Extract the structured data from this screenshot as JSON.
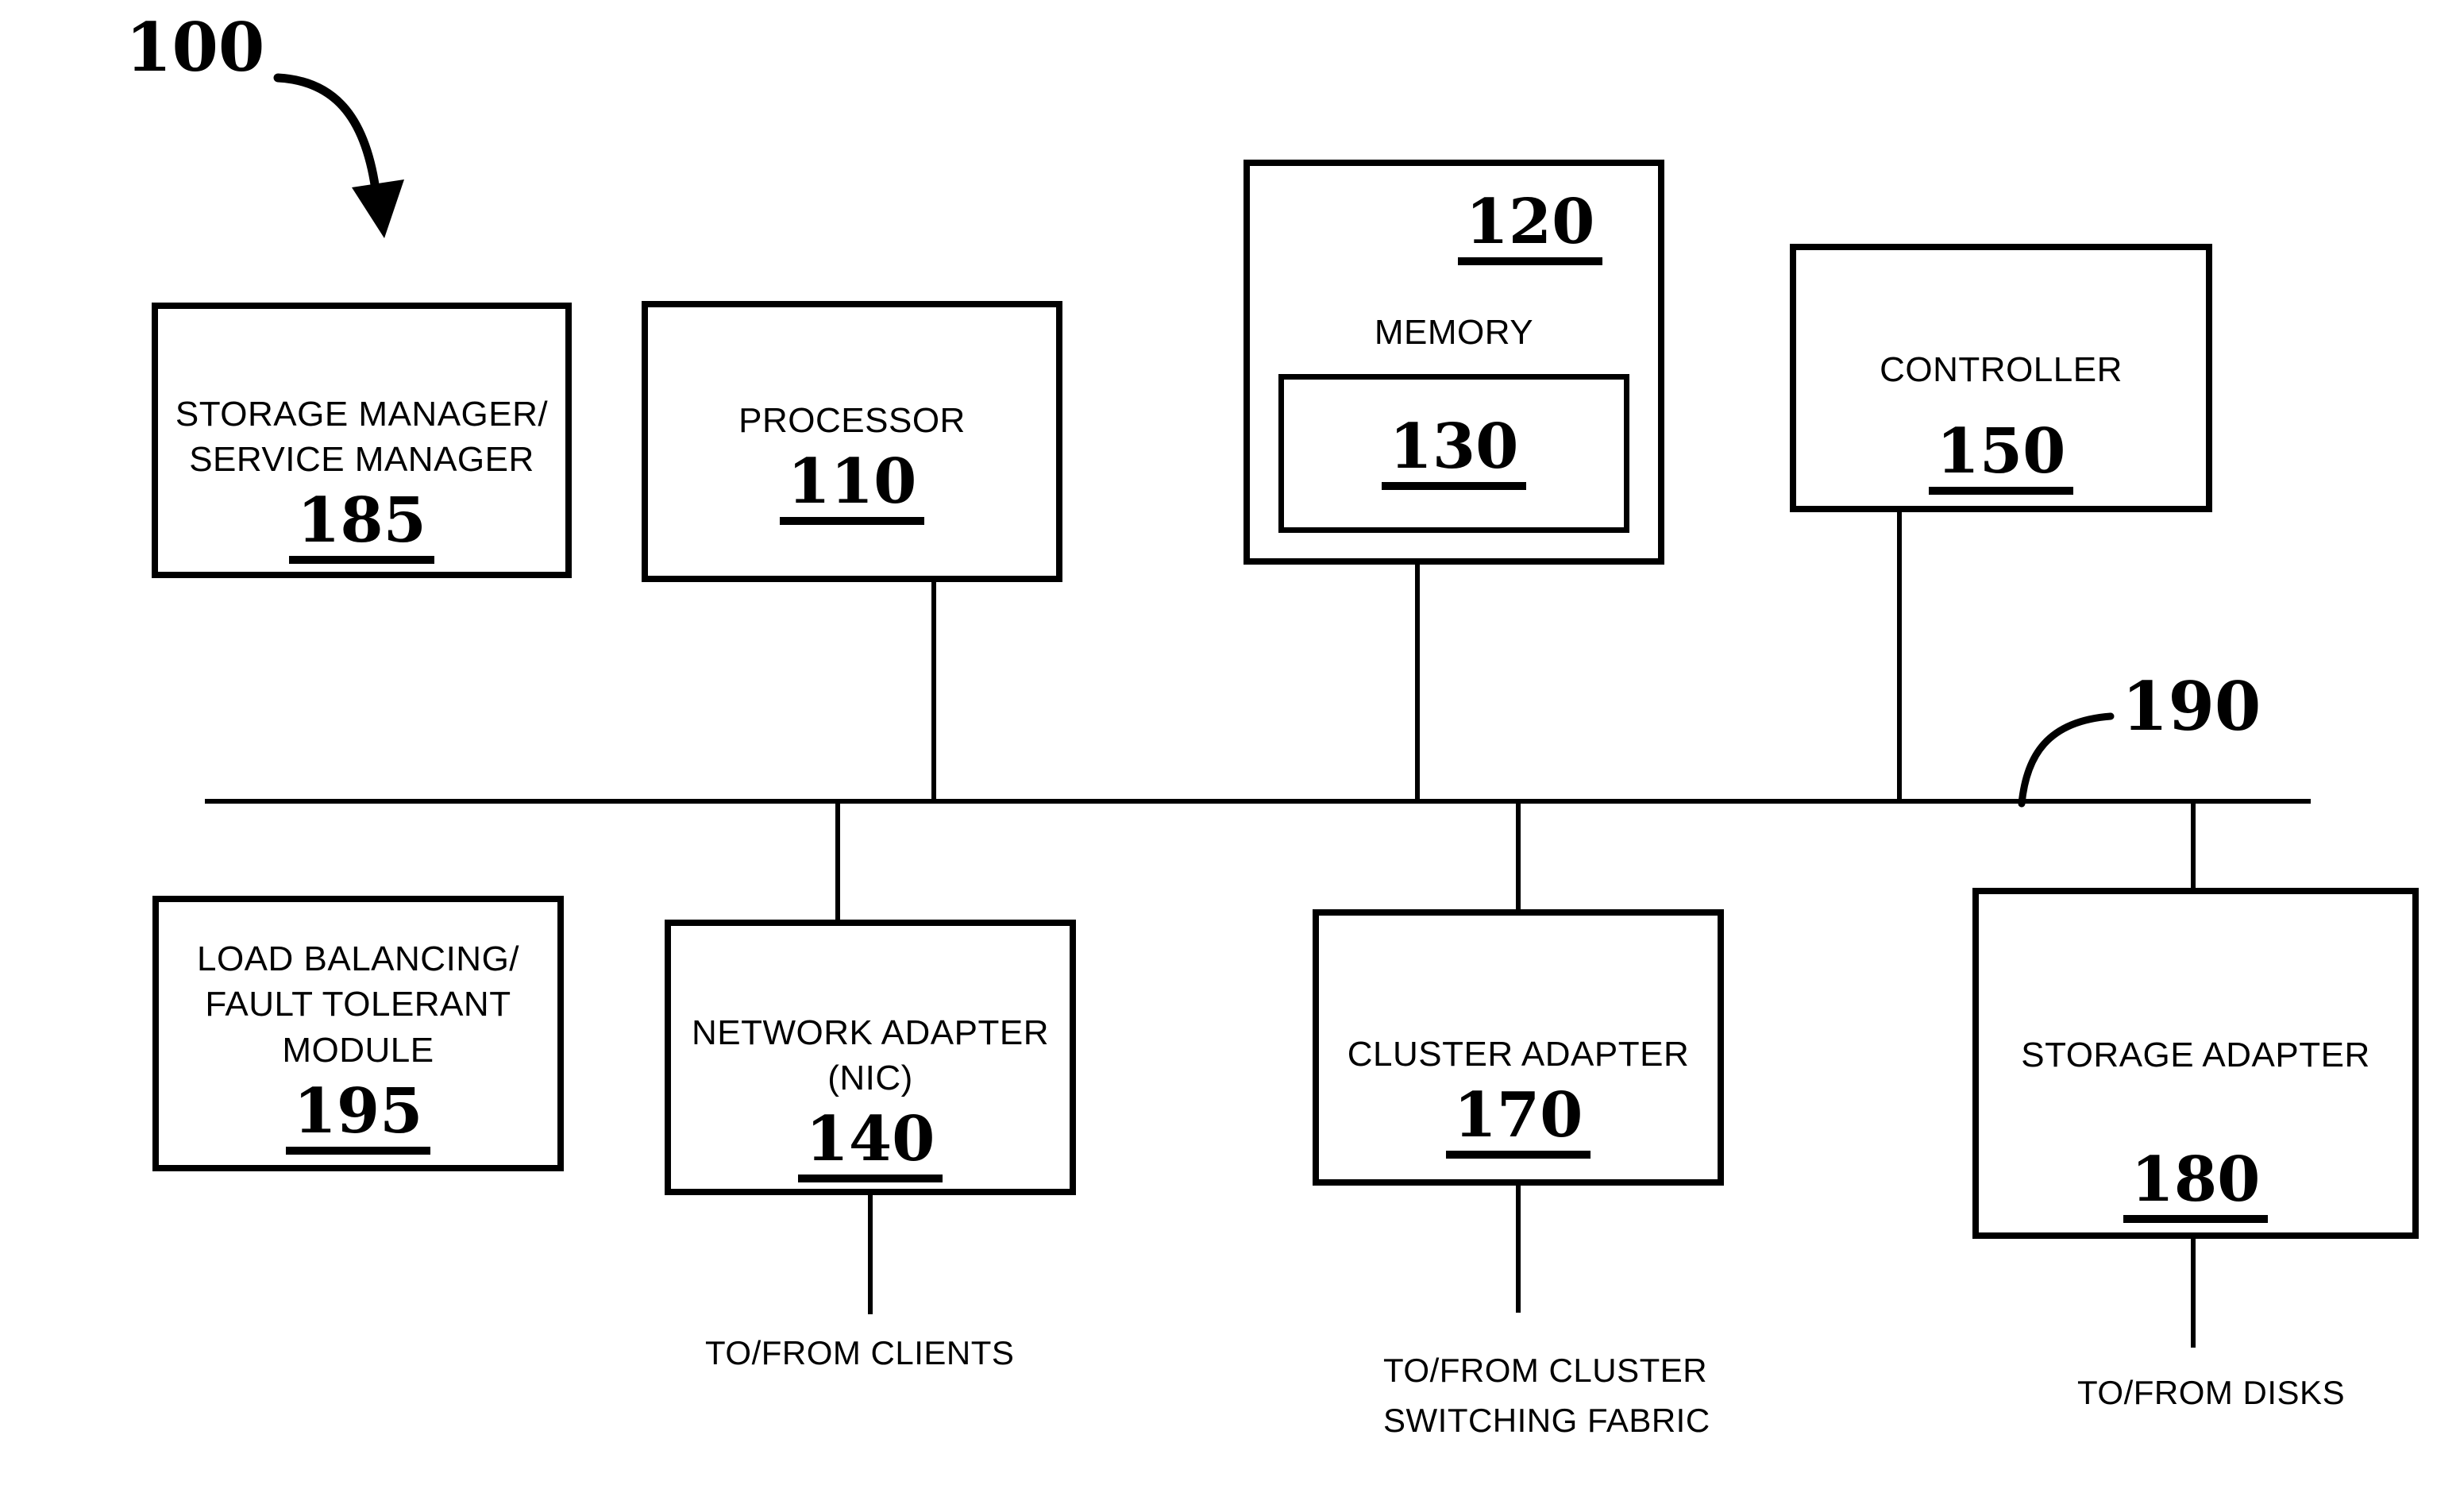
{
  "figure": {
    "ref_label": "100",
    "bus_ref_label": "190"
  },
  "boxes": {
    "storage_manager": {
      "line1": "STORAGE MANAGER/",
      "line2": "SERVICE MANAGER",
      "ref": "185"
    },
    "processor": {
      "line1": "PROCESSOR",
      "ref": "110"
    },
    "memory": {
      "ref": "120",
      "line1": "MEMORY",
      "inner": {
        "ref": "130"
      }
    },
    "controller": {
      "line1": "CONTROLLER",
      "ref": "150"
    },
    "load_balancing": {
      "line1": "LOAD BALANCING/",
      "line2": "FAULT TOLERANT",
      "line3": "MODULE",
      "ref": "195"
    },
    "network_adapter": {
      "line1": "NETWORK ADAPTER",
      "line2": "(NIC)",
      "ref": "140"
    },
    "cluster_adapter": {
      "line1": "CLUSTER ADAPTER",
      "ref": "170"
    },
    "storage_adapter": {
      "line1": "STORAGE ADAPTER",
      "ref": "180"
    }
  },
  "external": {
    "clients": "TO/FROM CLIENTS",
    "fabric_line1": "TO/FROM CLUSTER",
    "fabric_line2": "SWITCHING FABRIC",
    "disks": "TO/FROM DISKS"
  },
  "colors": {
    "ink": "#000000",
    "background": "#ffffff"
  }
}
